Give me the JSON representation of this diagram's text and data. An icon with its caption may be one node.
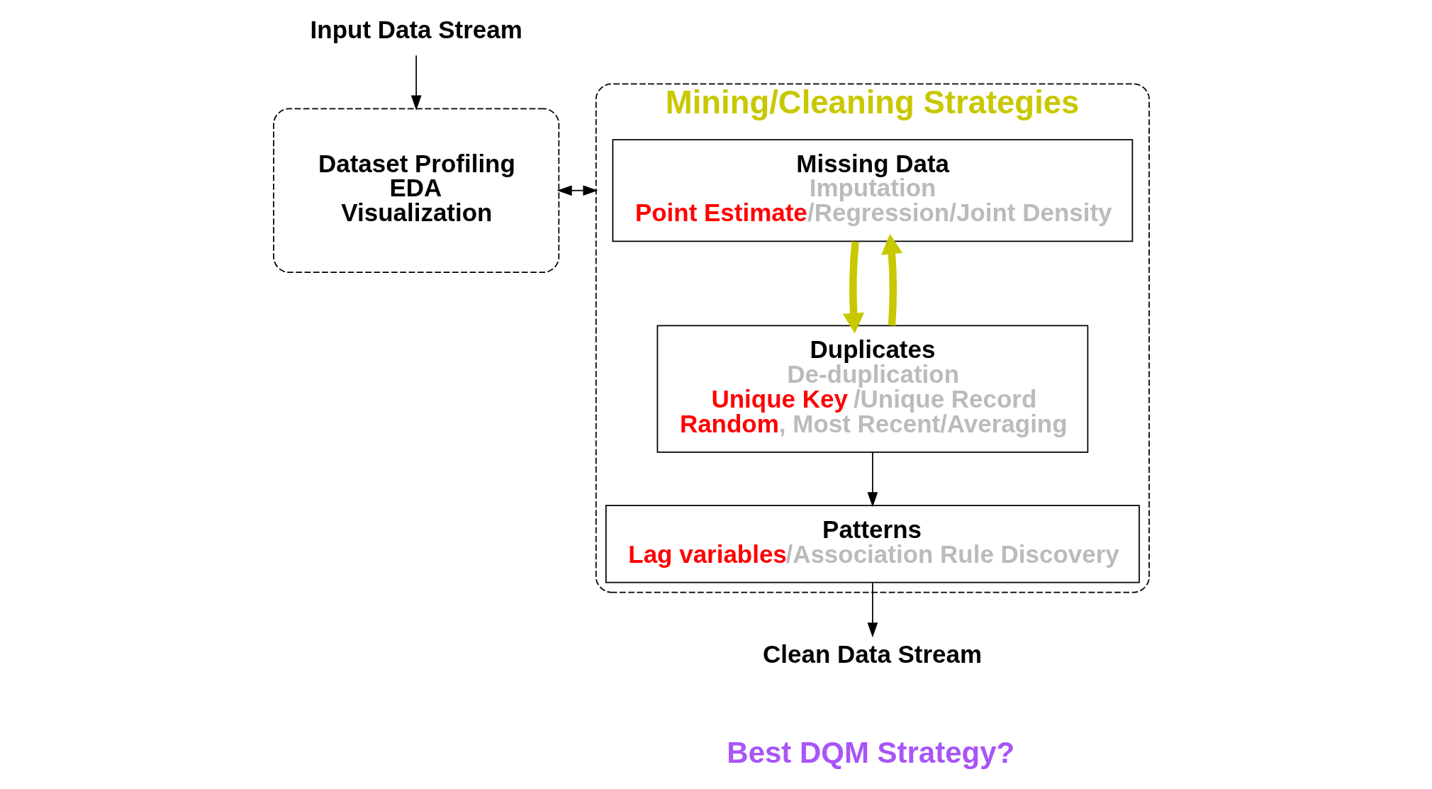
{
  "diagram": {
    "nodes": [
      {
        "text": [
          "Input Data Stream"
        ]
      },
      {
        "text": [
          "Dataset Profiling",
          "EDA",
          "Visualization"
        ]
      },
      {
        "text": [
          "Mining/Cleaning Strategies"
        ]
      },
      {
        "text": [
          "Missing Data",
          "Imputation",
          "**Point Estimate**/Regression/Joint Density"
        ],
        "in": 2
      },
      {
        "text": [
          "Duplicates",
          "De-duplication",
          "**Unique Key** /Unique Record",
          "**Random**, Most Recent/Averaging"
        ],
        "in": 2
      },
      {
        "text": [
          "Patterns",
          "**Lag variables**/Association Rule Discovery"
        ],
        "in": 2
      },
      {
        "text": [
          "Clean Data Stream"
        ]
      }
    ],
    "edges": [
      {
        "from": 0,
        "to": 1,
        "arrow": "to"
      },
      {
        "from": 1,
        "to": 2,
        "arrow": "both"
      },
      {
        "from": 4,
        "to": 3,
        "arrow": "to",
        "style": "thick",
        "color": "#c8c800"
      },
      {
        "from": 3,
        "to": 4,
        "arrow": "to",
        "style": "thick",
        "color": "#c8c800"
      },
      {
        "from": 4,
        "to": 5,
        "arrow": "to"
      },
      {
        "from": 5,
        "to": 6,
        "arrow": "to"
      }
    ],
    "labels": [
      "Best DQM Strategy?"
    ]
  }
}
